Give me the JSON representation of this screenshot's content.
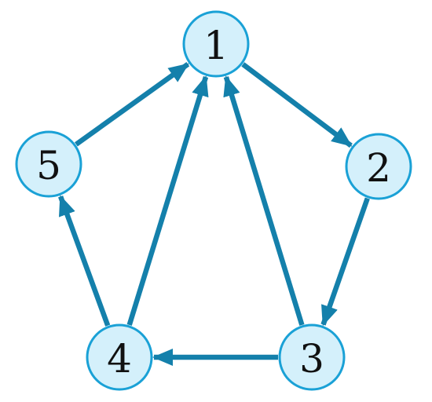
{
  "colors": {
    "node_fill": "#d4f0fb",
    "node_stroke": "#1aa1d6",
    "edge": "#1480ab",
    "label": "#111111"
  },
  "nodes": [
    {
      "id": "1",
      "label": "1"
    },
    {
      "id": "2",
      "label": "2"
    },
    {
      "id": "3",
      "label": "3"
    },
    {
      "id": "4",
      "label": "4"
    },
    {
      "id": "5",
      "label": "5"
    }
  ],
  "edges": [
    {
      "from": "1",
      "to": "2"
    },
    {
      "from": "2",
      "to": "3"
    },
    {
      "from": "3",
      "to": "4"
    },
    {
      "from": "3",
      "to": "1"
    },
    {
      "from": "4",
      "to": "1"
    },
    {
      "from": "4",
      "to": "5"
    },
    {
      "from": "5",
      "to": "1"
    }
  ]
}
